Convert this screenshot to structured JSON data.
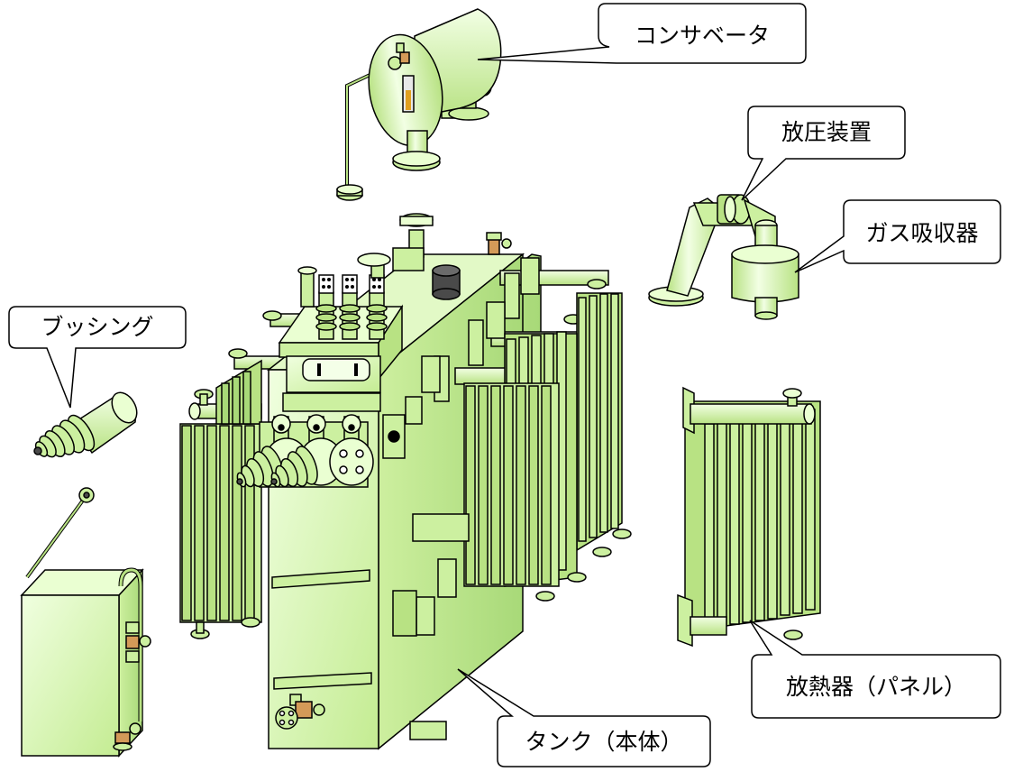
{
  "colors": {
    "body_fill": "#ccf0a0",
    "body_light": "#eaffd2",
    "body_dark": "#9ccc6a",
    "outline": "#000000",
    "brass": "#d49a58",
    "gauge_orange": "#e0a020",
    "dark_gray": "#4a4a4a",
    "callout_fill": "#ffffff"
  },
  "labels": {
    "conservator": "コンサベータ",
    "pressure_relief": "放圧装置",
    "gas_absorber": "ガス吸収器",
    "bushing": "ブッシング",
    "radiator": "放熱器（パネル）",
    "tank": "タンク（本体）"
  }
}
